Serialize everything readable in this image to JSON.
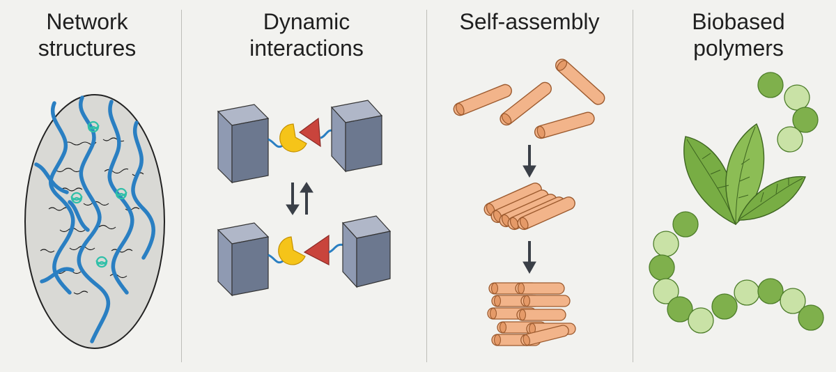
{
  "panels": [
    {
      "id": "network",
      "title": "Network\nstructures"
    },
    {
      "id": "dynamic",
      "title": "Dynamic\ninteractions"
    },
    {
      "id": "selfassembly",
      "title": "Self-assembly"
    },
    {
      "id": "biobased",
      "title": "Biobased\npolymers"
    }
  ],
  "colors": {
    "background": "#f2f2ef",
    "chain_blue": "#2a7fc2",
    "crosslink_teal": "#2fbfa8",
    "ellipse_fill": "#d9d9d5",
    "block_top": "#b0b7c8",
    "block_front": "#8f9ab2",
    "block_side": "#6c788f",
    "ball_yellow": "#f5c419",
    "wedge_red": "#c9443c",
    "rod_orange": "#f2b48a",
    "rod_edge": "#b8703e",
    "arrow_gray": "#3a3f47",
    "bead_dark": "#7fb04c",
    "bead_light": "#c9e2a6",
    "leaf_green": "#78ad44"
  }
}
